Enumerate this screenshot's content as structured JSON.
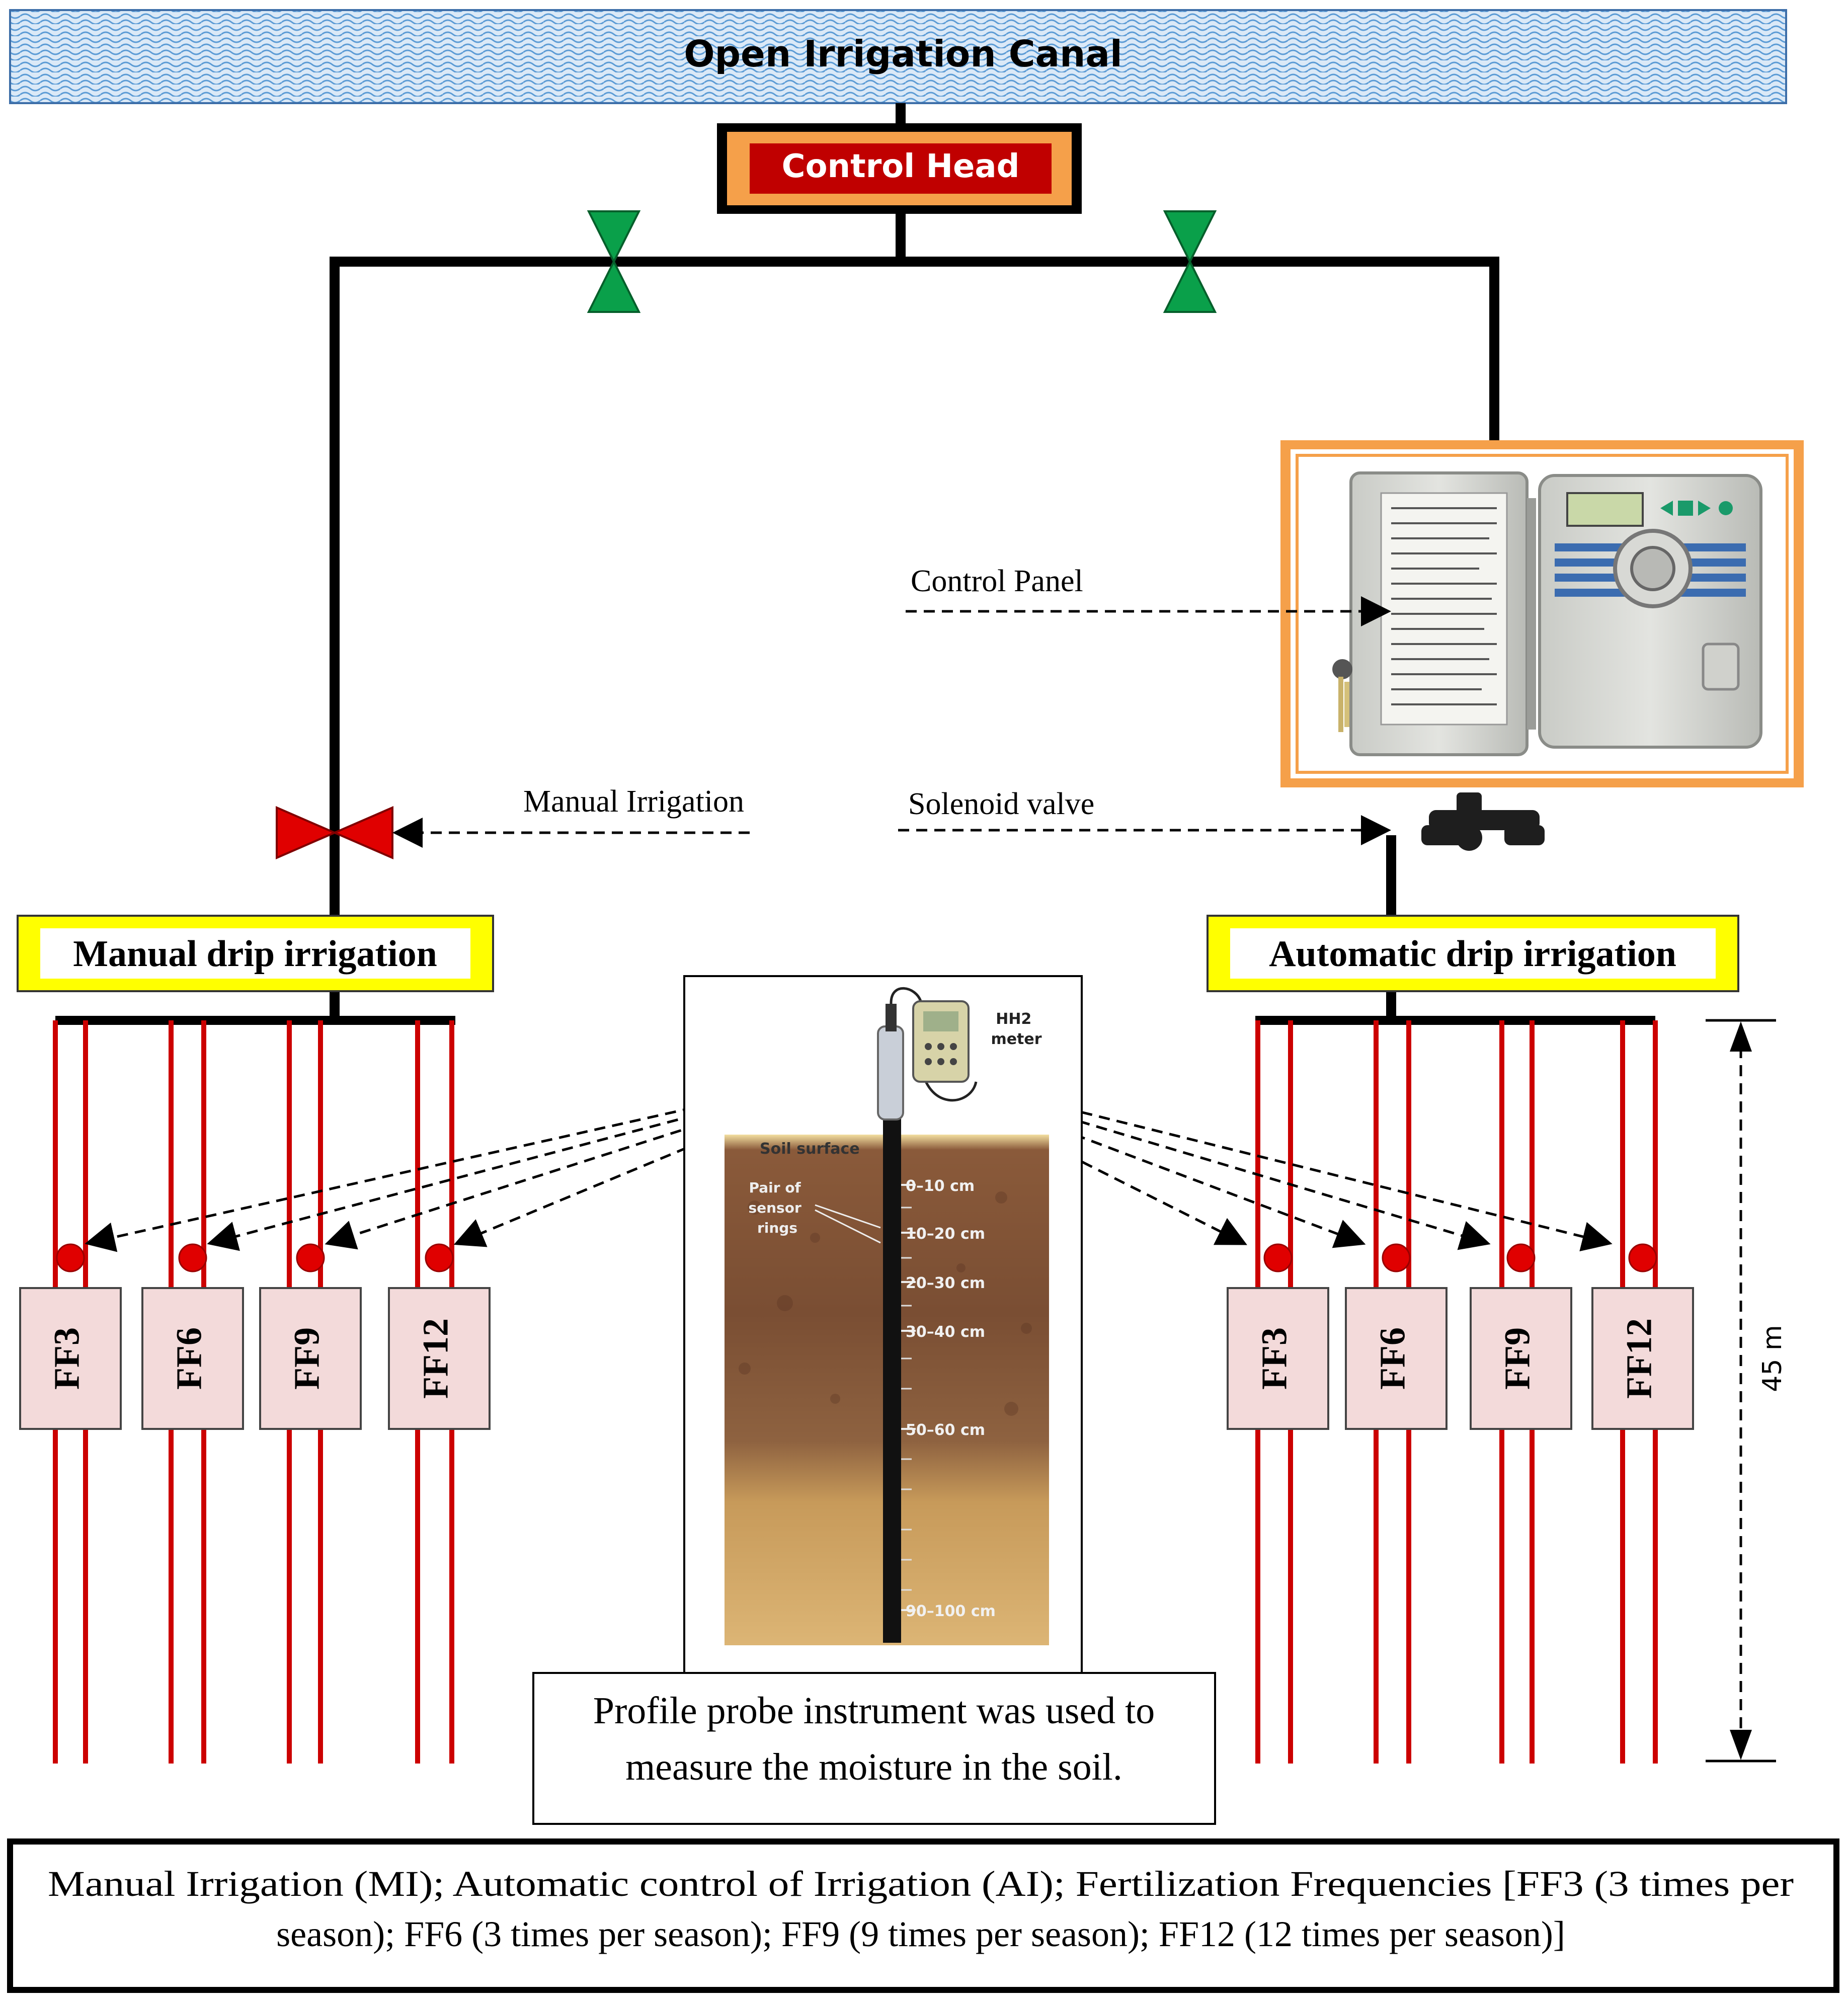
{
  "canal": {
    "title": "Open Irrigation Canal"
  },
  "control_head": {
    "label": "Control Head"
  },
  "control_panel": {
    "label": "Control Panel"
  },
  "manual_valve": {
    "label": "Manual Irrigation"
  },
  "solenoid": {
    "label": "Solenoid valve"
  },
  "systems": {
    "manual": {
      "title": "Manual drip irrigation"
    },
    "automatic": {
      "title": "Automatic drip irrigation"
    }
  },
  "plots": [
    "FF3",
    "FF6",
    "FF9",
    "FF12"
  ],
  "dimension": {
    "label": "45 m"
  },
  "probe": {
    "meter_label": "HH2 meter",
    "soil_surface": "Soil surface",
    "sensor_label": "Pair of sensor rings",
    "depths": [
      "0–10 cm",
      "10–20 cm",
      "20–30 cm",
      "30–40 cm",
      "50–60 cm",
      "90–100 cm"
    ],
    "caption_line1": "Profile probe instrument was used to",
    "caption_line2": "measure the moisture in the soil."
  },
  "legend": {
    "line1": "Manual Irrigation  (MI); Automatic control of Irrigation  (AI); Fertilization  Frequencies [FF3 (3 times per",
    "line2": "season); FF6 (3 times per season); FF9 (9 times per season); FF12 (12 times per season)]"
  },
  "colors": {
    "pipe": "#000000",
    "lateral": "#cc0000",
    "green_valve": "#0aa04a",
    "red_valve": "#e00000",
    "orange": "#f5a04a",
    "header_red": "#c00000",
    "yellow": "#ffff00",
    "plot_fill": "#f3dada",
    "canal_fill": "#dbe9f7",
    "canal_wave": "#5b9bd5"
  }
}
